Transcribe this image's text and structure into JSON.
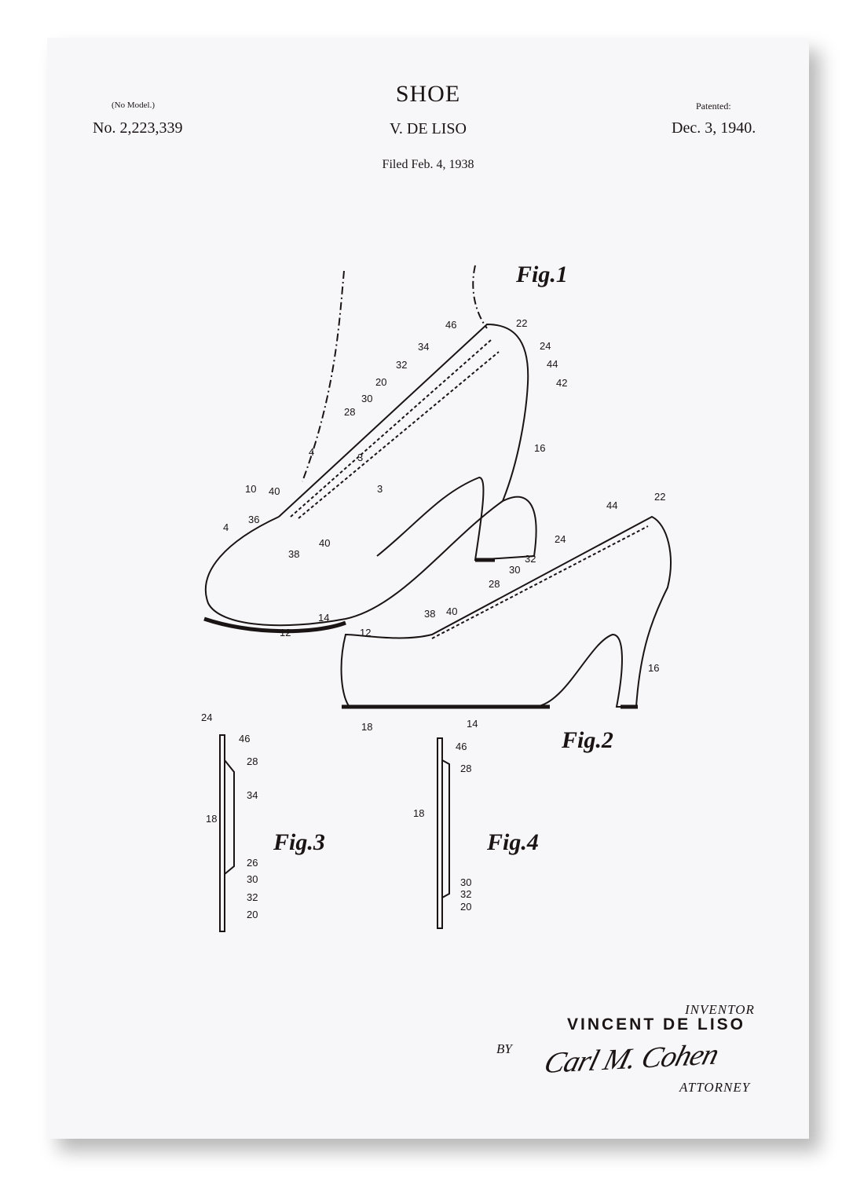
{
  "header": {
    "title": "SHOE",
    "inventor_short": "V. DE LISO",
    "filed": "Filed Feb. 4, 1938",
    "no_model": "(No Model.)",
    "patent_number": "No. 2,223,339",
    "patented_label": "Patented:",
    "patent_date": "Dec. 3, 1940."
  },
  "figures": {
    "fig1": {
      "label": "Fig.1",
      "numerals": [
        "46",
        "22",
        "34",
        "24",
        "32",
        "44",
        "20",
        "42",
        "30",
        "28",
        "16",
        "4",
        "3",
        "3",
        "10",
        "40",
        "36",
        "4",
        "40",
        "38",
        "12",
        "14"
      ]
    },
    "fig2": {
      "label": "Fig.2",
      "numerals": [
        "44",
        "22",
        "24",
        "32",
        "30",
        "28",
        "38",
        "40",
        "12",
        "16",
        "18",
        "14"
      ]
    },
    "fig3": {
      "label": "Fig.3",
      "numerals": [
        "24",
        "46",
        "28",
        "34",
        "18",
        "26",
        "30",
        "32",
        "20"
      ]
    },
    "fig4": {
      "label": "Fig.4",
      "numerals": [
        "46",
        "28",
        "18",
        "30",
        "32",
        "20"
      ]
    }
  },
  "signature": {
    "inventor_label": "INVENTOR",
    "inventor_name": "VINCENT DE LISO",
    "by": "BY",
    "attorney_signature": "Carl M. Cohen",
    "attorney_label": "ATTORNEY"
  }
}
